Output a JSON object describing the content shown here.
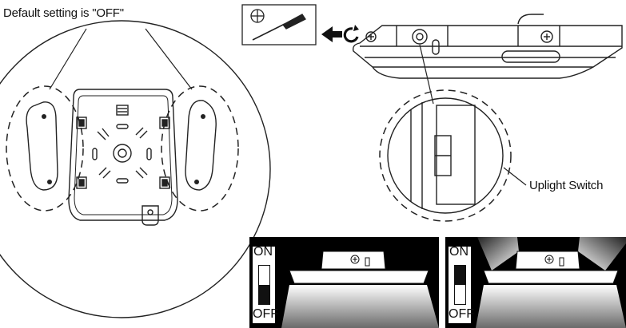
{
  "labels": {
    "default_setting": "Default setting is \"OFF\"",
    "uplight_switch": "Uplight Switch"
  },
  "panels": [
    {
      "on_label": "ON",
      "off_label": "OFF",
      "state": "off"
    },
    {
      "on_label": "ON",
      "off_label": "OFF",
      "state": "on"
    }
  ],
  "icons": {
    "tool": "phillips-screwdriver-icon",
    "remove_arrow": "arrow-left-rotate-icon"
  }
}
